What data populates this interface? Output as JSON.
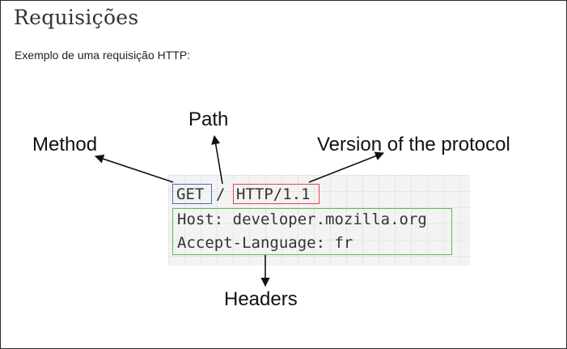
{
  "page": {
    "title": "Requisições",
    "subtitle": "Exemplo de uma requisição HTTP:"
  },
  "diagram": {
    "request_line": {
      "method": "GET",
      "separator": "/",
      "version": "HTTP/1.1"
    },
    "headers": [
      "Host: developer.mozilla.org",
      "Accept-Language: fr"
    ],
    "labels": {
      "method": "Method",
      "path": "Path",
      "version": "Version of the protocol",
      "headers": "Headers"
    },
    "colors": {
      "method_box": "#4a6fb5",
      "version_box": "#e04848",
      "headers_box": "#58c050"
    }
  }
}
